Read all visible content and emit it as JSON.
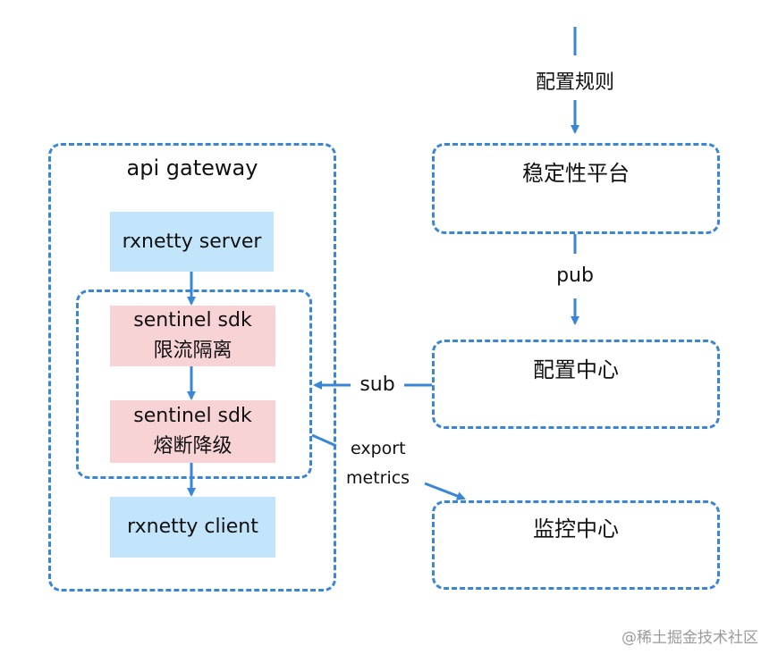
{
  "gateway": {
    "title": "api gateway",
    "server_label": "rxnetty server",
    "sentinel_flow": {
      "line1": "sentinel sdk",
      "line2": "限流隔离"
    },
    "sentinel_circuit": {
      "line1": "sentinel sdk",
      "line2": "熔断降级"
    },
    "client_label": "rxnetty client"
  },
  "right": {
    "config_rules_label": "配置规则",
    "stability_platform": "稳定性平台",
    "pub_label": "pub",
    "config_center": "配置中心",
    "monitor_center": "监控中心"
  },
  "links": {
    "sub_label": "sub",
    "export_label": "export",
    "metrics_label": "metrics"
  },
  "watermark": "@稀土掘金技术社区",
  "colors": {
    "accent": "#3a86d6",
    "blue_block": "#c3e5fb",
    "pink_block": "#f8d3d6"
  }
}
